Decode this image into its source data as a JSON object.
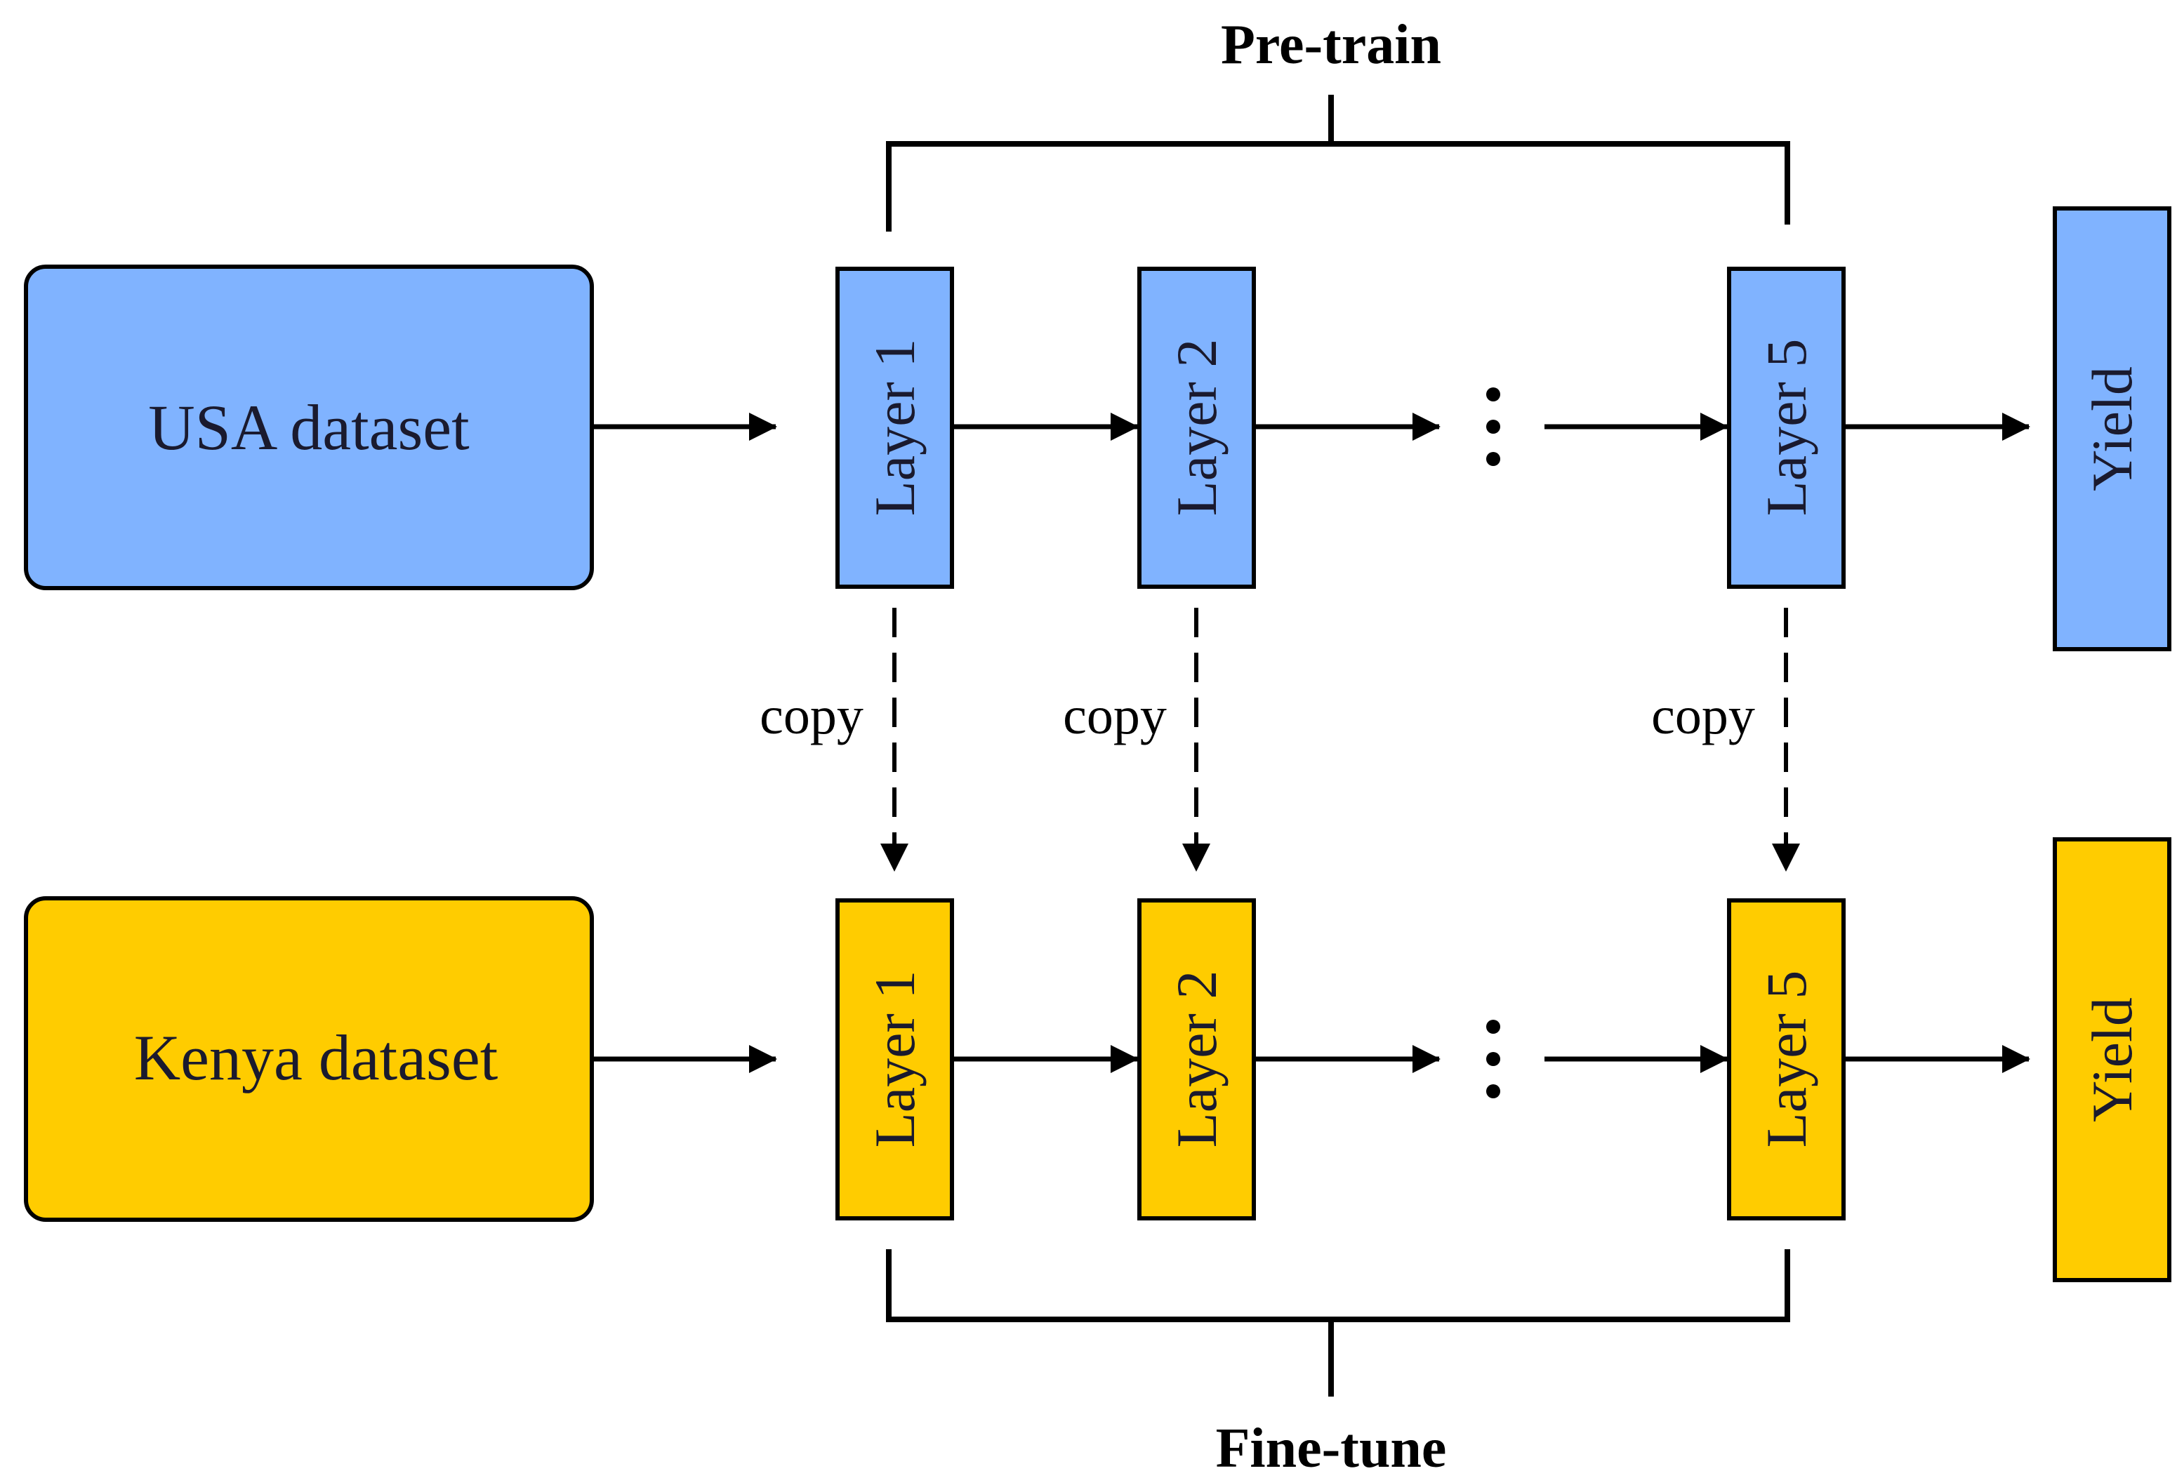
{
  "colors": {
    "usa_fill": "#80B3FF",
    "kenya_fill": "#FFCC00",
    "stroke": "#000000",
    "background": "#FFFFFF"
  },
  "top_row": {
    "dataset_label": "USA dataset",
    "layers": [
      "Layer 1",
      "Layer 2",
      "Layer 5"
    ],
    "output_label": "Yield"
  },
  "bottom_row": {
    "dataset_label": "Kenya dataset",
    "layers": [
      "Layer 1",
      "Layer 2",
      "Layer 5"
    ],
    "output_label": "Yield"
  },
  "copy_labels": [
    "copy",
    "copy",
    "copy"
  ],
  "pretrain_label": "Pre-train",
  "finetune_label": "Fine-tune"
}
